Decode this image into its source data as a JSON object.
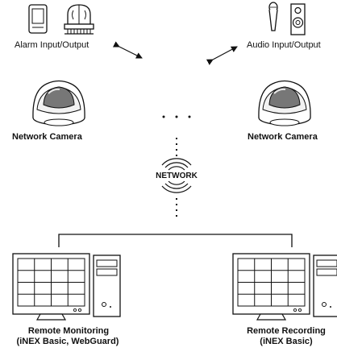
{
  "labels": {
    "alarm": "Alarm Input/Output",
    "audio": "Audio Input/Output",
    "camera_left": "Network Camera",
    "camera_right": "Network Camera",
    "network": "NETWORK",
    "monitoring_line1": "Remote Monitoring",
    "monitoring_line2": "(iNEX Basic, WebGuard)",
    "recording_line1": "Remote Recording",
    "recording_line2": "(iNEX Basic)"
  },
  "icons": {
    "alarm_devices": [
      "alarm-sensor-icon",
      "alarm-siren-icon"
    ],
    "audio_devices": [
      "microphone-icon",
      "speaker-icon"
    ],
    "cameras": [
      "dome-camera-icon",
      "dome-camera-icon"
    ],
    "network": "network-icon",
    "computers": [
      "computer-monitor-icon",
      "computer-tower-icon"
    ]
  },
  "colors": {
    "line": "#111111",
    "camera_lens": "#777777",
    "background": "#ffffff"
  }
}
